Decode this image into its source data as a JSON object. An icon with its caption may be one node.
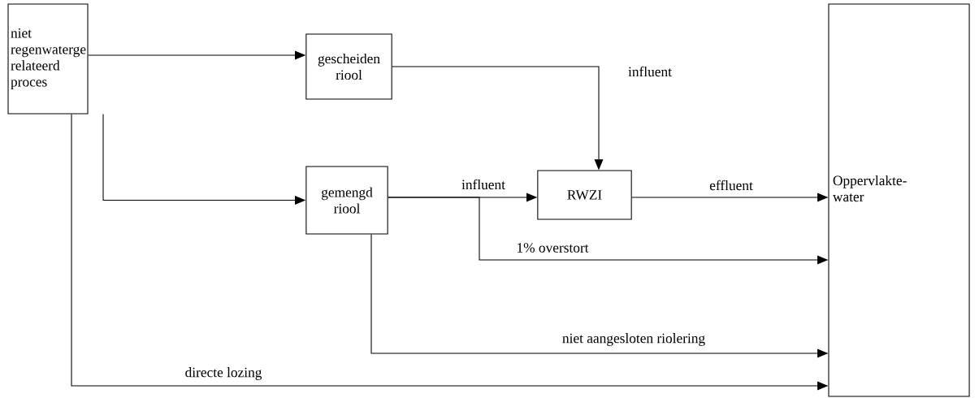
{
  "diagram": {
    "nodes": [
      {
        "text": [
          "niet regenwaterge relateerd proces"
        ]
      },
      {
        "text": [
          "gescheiden riool"
        ]
      },
      {
        "text": [
          "gemengd riool"
        ]
      },
      {
        "text": [
          "RWZI"
        ]
      },
      {
        "text": [
          "Oppervlakte-water"
        ]
      }
    ],
    "edges": [
      {
        "from": 0,
        "to": 1,
        "arrow": "to"
      },
      {
        "from": 0,
        "to": 2,
        "arrow": "to"
      },
      {
        "from": 0,
        "to": 4,
        "arrow": "to",
        "label": "directe lozing"
      },
      {
        "from": 1,
        "to": 3,
        "arrow": "to",
        "label": "influent"
      },
      {
        "from": 2,
        "to": 3,
        "arrow": "to",
        "label": "influent"
      },
      {
        "from": 2,
        "to": 4,
        "arrow": "to",
        "label": "1% overstort"
      },
      {
        "from": 2,
        "to": 4,
        "arrow": "to",
        "label": "niet aangesloten riolering"
      },
      {
        "from": 3,
        "to": 4,
        "arrow": "to",
        "label": "effluent"
      }
    ]
  }
}
